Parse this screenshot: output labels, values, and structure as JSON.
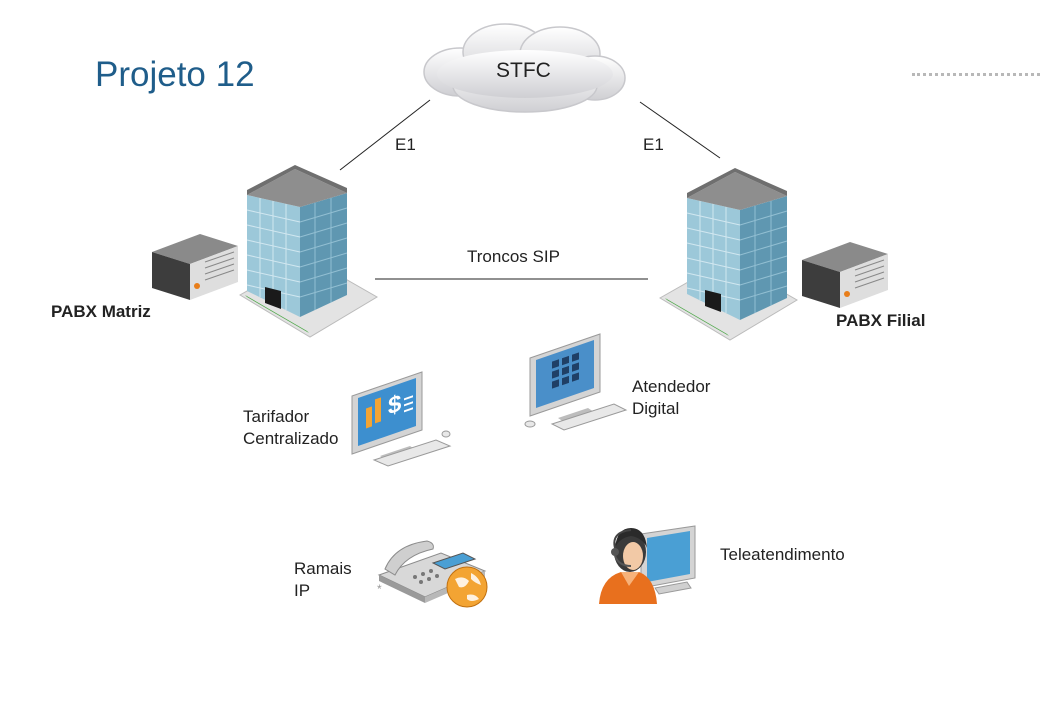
{
  "title": "Projeto 12",
  "cloud": {
    "label": "STFC",
    "icon": "cloud-icon"
  },
  "links": {
    "e1_left": "E1",
    "e1_right": "E1",
    "sip_trunks": "Troncos SIP"
  },
  "sites": {
    "matriz": {
      "label": "PABX Matriz",
      "icons": [
        "building-icon",
        "pbx-server-icon"
      ]
    },
    "filial": {
      "label": "PABX Filial",
      "icons": [
        "building-icon",
        "pbx-server-icon"
      ]
    }
  },
  "devices": {
    "tarifador": {
      "line1": "Tarifador",
      "line2": "Centralizado",
      "icon": "billing-computer-icon"
    },
    "atendedor": {
      "line1": "Atendedor",
      "line2": "Digital",
      "icon": "ivr-computer-icon"
    },
    "ramais": {
      "line1": "Ramais",
      "line2": "IP",
      "icon": "ip-phone-icon"
    },
    "teleatendimento": {
      "label": "Teleatendimento",
      "icon": "call-center-agent-icon"
    }
  },
  "colors": {
    "title": "#1f5d8a",
    "glass": "#7fb6cf",
    "agent": "#e8701e",
    "screen": "#4a9fd4"
  }
}
